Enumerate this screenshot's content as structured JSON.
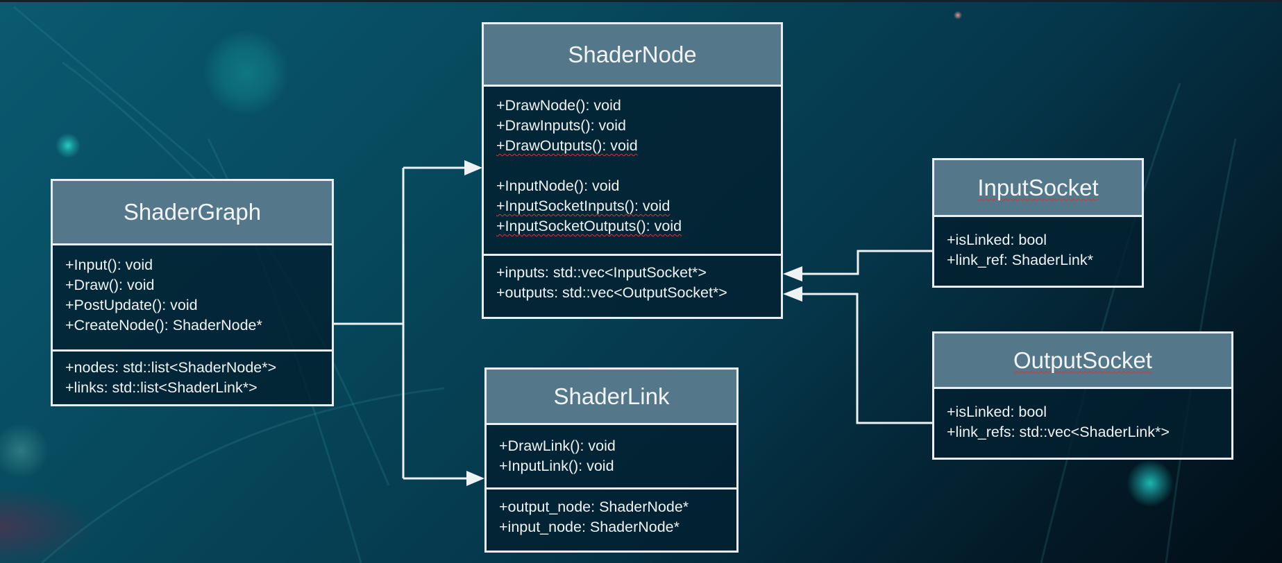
{
  "diagram": {
    "type": "uml-class-diagram",
    "classes": {
      "shader_graph": {
        "name": "ShaderGraph",
        "methods": [
          "+Input(): void",
          "+Draw(): void",
          "+PostUpdate(): void",
          "+CreateNode(): ShaderNode*"
        ],
        "attributes": [
          "+nodes: std::list<ShaderNode*>",
          "+links: std::list<ShaderLink*>"
        ]
      },
      "shader_node": {
        "name": "ShaderNode",
        "methods_group1": [
          "+DrawNode(): void",
          "+DrawInputs(): void",
          "+DrawOutputs(): void"
        ],
        "methods_group2": [
          "+InputNode(): void",
          "+InputSocketInputs(): void",
          "+InputSocketOutputs(): void"
        ],
        "attributes": [
          "+inputs: std::vec<InputSocket*>",
          "+outputs: std::vec<OutputSocket*>"
        ]
      },
      "shader_link": {
        "name": "ShaderLink",
        "methods": [
          "+DrawLink(): void",
          "+InputLink(): void"
        ],
        "attributes": [
          "+output_node: ShaderNode*",
          "+input_node: ShaderNode*"
        ]
      },
      "input_socket": {
        "name": "InputSocket",
        "attributes": [
          "+isLinked: bool",
          "+link_ref: ShaderLink*"
        ]
      },
      "output_socket": {
        "name": "OutputSocket",
        "attributes": [
          "+isLinked: bool",
          "+link_refs: std::vec<ShaderLink*>"
        ]
      }
    },
    "connections": [
      {
        "from": "ShaderGraph",
        "to": "ShaderNode",
        "arrow": "open"
      },
      {
        "from": "ShaderGraph",
        "to": "ShaderLink",
        "arrow": "open"
      },
      {
        "from": "InputSocket",
        "to": "ShaderNode",
        "arrow": "hollow-triangle"
      },
      {
        "from": "OutputSocket",
        "to": "ShaderNode",
        "arrow": "hollow-triangle"
      }
    ]
  },
  "colors": {
    "header_fill": "#55778a",
    "border": "#e8eef2",
    "text": "#f0f3f5",
    "spellcheck_underline": "#dd3333"
  }
}
